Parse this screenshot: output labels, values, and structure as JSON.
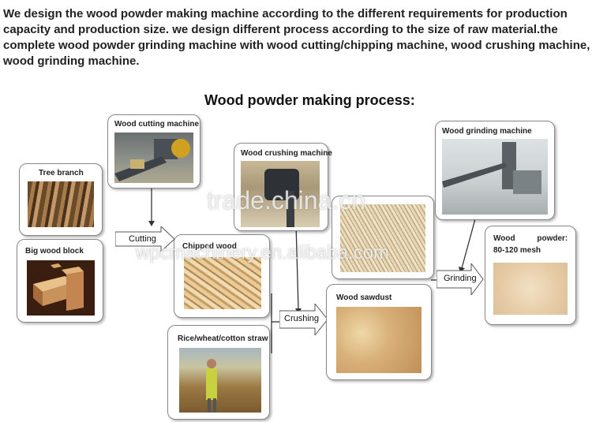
{
  "intro": "We design the wood powder making machine according to the different requirements for production capacity and production size. we design different process according to the size of raw material.the complete wood powder grinding machine with wood cutting/chipping machine, wood crushing machine, wood grinding machine.",
  "diagram": {
    "title": "Wood powder making process:",
    "boxes": {
      "tree_branch": "Tree branch",
      "big_wood_block": "Big wood block",
      "wood_cutting_machine": "Wood cutting machine",
      "chipped_wood": "Chipped wood",
      "rice_straw": "Rice/wheat/cotton straw",
      "wood_crushing_machine": "Wood crushing machine",
      "wood_sawdust": "Wood sawdust",
      "wood_grinding_machine": "Wood grinding machine",
      "wood_powder_line1": "Wood          powder:",
      "wood_powder_line2": "80-120 mesh"
    },
    "steps": {
      "cutting": "Cutting",
      "crushing": "Crushing",
      "grinding": "Grinding"
    }
  },
  "watermarks": {
    "primary": "trade.china.cn",
    "secondary": "wpcmachinery.en.alibaba.com"
  }
}
